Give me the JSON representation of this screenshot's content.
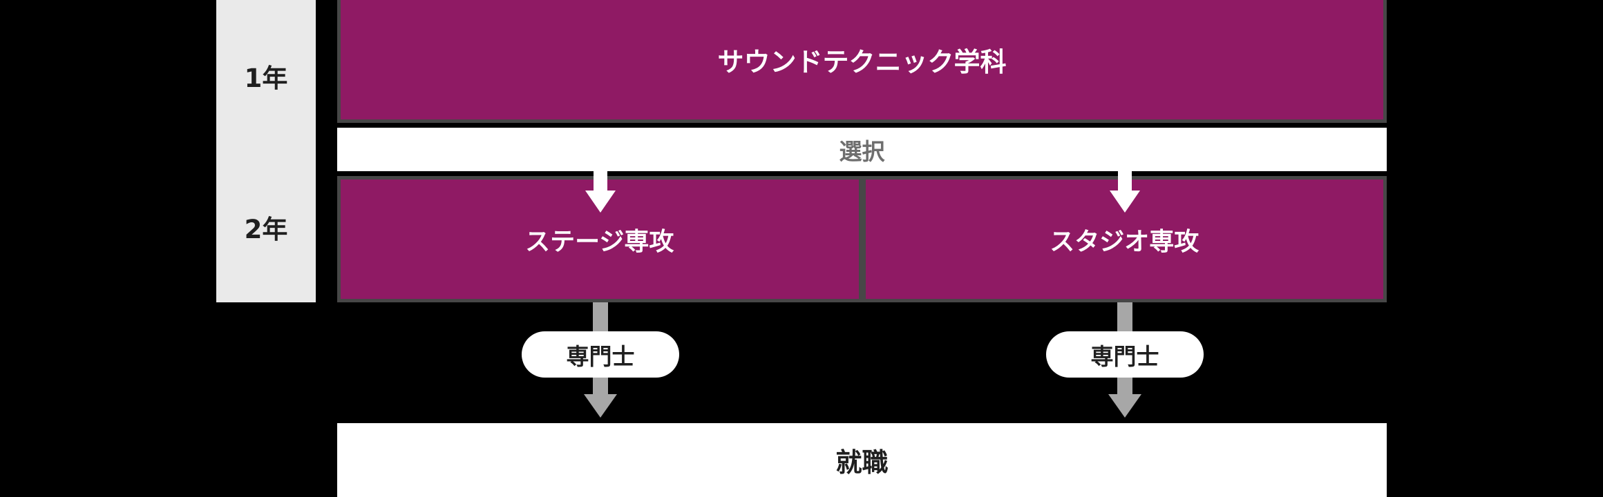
{
  "colors": {
    "background": "#000000",
    "magenta": "#8F1A64",
    "box_border": "#474747",
    "label_column_bg": "#EAEAEA",
    "dark_text": "#1F1F1F",
    "light_text": "#FFFFFF",
    "selection_text": "#6E6E6E",
    "arrow_gray": "#A7A7A7",
    "white": "#FFFFFF"
  },
  "timeline": {
    "year1_label": "1年",
    "year2_label": "2年"
  },
  "department": {
    "title": "サウンドテクニック学科"
  },
  "selection": {
    "label": "選択"
  },
  "majors": [
    {
      "name": "ステージ専攻",
      "credential": "専門士"
    },
    {
      "name": "スタジオ専攻",
      "credential": "専門士"
    }
  ],
  "outcome": {
    "label": "就職"
  }
}
